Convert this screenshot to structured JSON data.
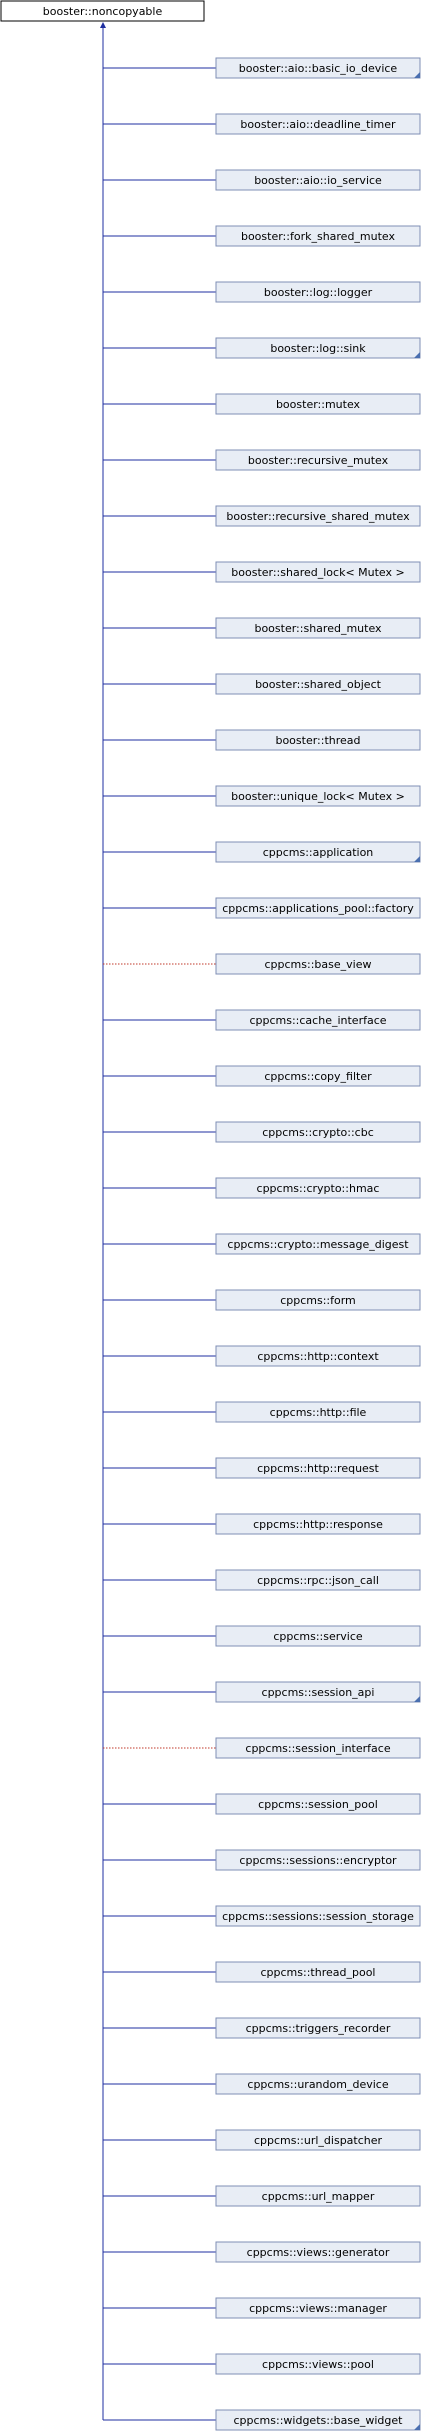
{
  "diagram": {
    "root": {
      "label": "booster::noncopyable"
    },
    "colors": {
      "solid_edge": "#1f2fa0",
      "dashed_edge": "#c0392b",
      "node_fill": "#e8edf5",
      "node_border": "#7f8fb5",
      "root_fill": "#ffffff",
      "root_border": "#000000",
      "corner_marker": "#4a6fb0"
    },
    "children": [
      {
        "label": "booster::aio::basic_io_device",
        "edge": "solid",
        "expandable": true
      },
      {
        "label": "booster::aio::deadline_timer",
        "edge": "solid",
        "expandable": false
      },
      {
        "label": "booster::aio::io_service",
        "edge": "solid",
        "expandable": false
      },
      {
        "label": "booster::fork_shared_mutex",
        "edge": "solid",
        "expandable": false
      },
      {
        "label": "booster::log::logger",
        "edge": "solid",
        "expandable": false
      },
      {
        "label": "booster::log::sink",
        "edge": "solid",
        "expandable": true
      },
      {
        "label": "booster::mutex",
        "edge": "solid",
        "expandable": false
      },
      {
        "label": "booster::recursive_mutex",
        "edge": "solid",
        "expandable": false
      },
      {
        "label": "booster::recursive_shared_mutex",
        "edge": "solid",
        "expandable": false
      },
      {
        "label": "booster::shared_lock< Mutex >",
        "edge": "solid",
        "expandable": false
      },
      {
        "label": "booster::shared_mutex",
        "edge": "solid",
        "expandable": false
      },
      {
        "label": "booster::shared_object",
        "edge": "solid",
        "expandable": false
      },
      {
        "label": "booster::thread",
        "edge": "solid",
        "expandable": false
      },
      {
        "label": "booster::unique_lock< Mutex >",
        "edge": "solid",
        "expandable": false
      },
      {
        "label": "cppcms::application",
        "edge": "solid",
        "expandable": true
      },
      {
        "label": "cppcms::applications_pool::factory",
        "edge": "solid",
        "expandable": false
      },
      {
        "label": "cppcms::base_view",
        "edge": "dashed",
        "expandable": false
      },
      {
        "label": "cppcms::cache_interface",
        "edge": "solid",
        "expandable": false
      },
      {
        "label": "cppcms::copy_filter",
        "edge": "solid",
        "expandable": false
      },
      {
        "label": "cppcms::crypto::cbc",
        "edge": "solid",
        "expandable": false
      },
      {
        "label": "cppcms::crypto::hmac",
        "edge": "solid",
        "expandable": false
      },
      {
        "label": "cppcms::crypto::message_digest",
        "edge": "solid",
        "expandable": false
      },
      {
        "label": "cppcms::form",
        "edge": "solid",
        "expandable": false
      },
      {
        "label": "cppcms::http::context",
        "edge": "solid",
        "expandable": false
      },
      {
        "label": "cppcms::http::file",
        "edge": "solid",
        "expandable": false
      },
      {
        "label": "cppcms::http::request",
        "edge": "solid",
        "expandable": false
      },
      {
        "label": "cppcms::http::response",
        "edge": "solid",
        "expandable": false
      },
      {
        "label": "cppcms::rpc::json_call",
        "edge": "solid",
        "expandable": false
      },
      {
        "label": "cppcms::service",
        "edge": "solid",
        "expandable": false
      },
      {
        "label": "cppcms::session_api",
        "edge": "solid",
        "expandable": true
      },
      {
        "label": "cppcms::session_interface",
        "edge": "dashed",
        "expandable": false
      },
      {
        "label": "cppcms::session_pool",
        "edge": "solid",
        "expandable": false
      },
      {
        "label": "cppcms::sessions::encryptor",
        "edge": "solid",
        "expandable": false
      },
      {
        "label": "cppcms::sessions::session_storage",
        "edge": "solid",
        "expandable": false
      },
      {
        "label": "cppcms::thread_pool",
        "edge": "solid",
        "expandable": false
      },
      {
        "label": "cppcms::triggers_recorder",
        "edge": "solid",
        "expandable": false
      },
      {
        "label": "cppcms::urandom_device",
        "edge": "solid",
        "expandable": false
      },
      {
        "label": "cppcms::url_dispatcher",
        "edge": "solid",
        "expandable": false
      },
      {
        "label": "cppcms::url_mapper",
        "edge": "solid",
        "expandable": false
      },
      {
        "label": "cppcms::views::generator",
        "edge": "solid",
        "expandable": false
      },
      {
        "label": "cppcms::views::manager",
        "edge": "solid",
        "expandable": false
      },
      {
        "label": "cppcms::views::pool",
        "edge": "solid",
        "expandable": false
      },
      {
        "label": "cppcms::widgets::base_widget",
        "edge": "solid",
        "expandable": true
      }
    ]
  }
}
